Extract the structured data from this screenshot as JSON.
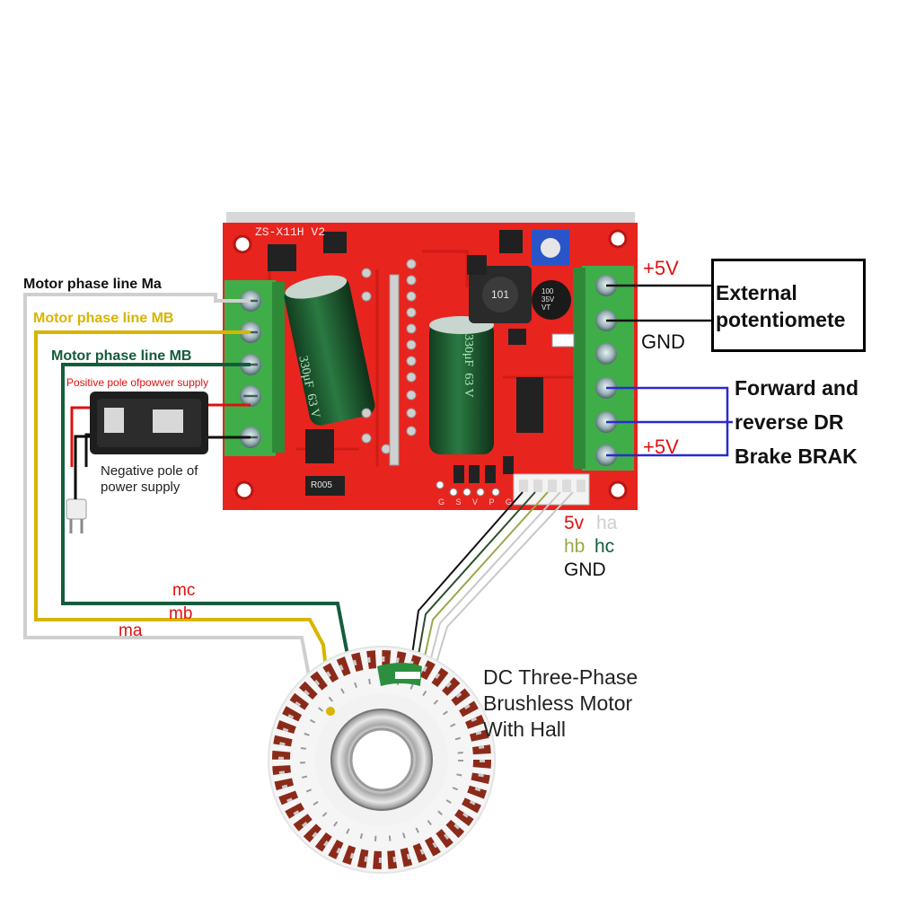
{
  "board": {
    "model": "ZS-X11H",
    "model_suffix": "V2",
    "capacitor_left": "330μF",
    "capacitor_left_voltage": "63 V",
    "capacitor_right": "330μF",
    "capacitor_right_voltage": "63 V",
    "inductor": "101",
    "small_cap_lines": [
      "100",
      "35V",
      "VT"
    ],
    "resistor": "R005",
    "hall_pins": "G S V P G"
  },
  "labels": {
    "phase_ma": "Motor phase line Ma",
    "phase_mb_yellow": "Motor phase line MB",
    "phase_mb_green": "Motor phase line MB",
    "positive_pole": "Positive pole ofpowver supply",
    "negative_pole_line1": "Negative pole of",
    "negative_pole_line2": "power supply",
    "plus5v_top": "+5V",
    "external_line1": "External",
    "external_line2": "potentiomete",
    "gnd": "GND",
    "forward_line1": "Forward and",
    "forward_line2": "reverse DR",
    "brake": "Brake BRAK",
    "plus5v_bottom": "+5V",
    "hall_5v": "5v",
    "hall_ha": "ha",
    "hall_hb": "hb",
    "hall_hc": "hc",
    "hall_gnd": "GND",
    "wire_mc": "mc",
    "wire_mb": "mb",
    "wire_ma": "ma",
    "motor_line1": "DC Three-Phase",
    "motor_line2": "Brushless Motor",
    "motor_line3": "With Hall"
  },
  "colors": {
    "board_red": "#e8241f",
    "terminal_green": "#3fae49",
    "capacitor_green": "#1d5b2f",
    "wire_ma": "#cfcfcf",
    "wire_mb": "#d9b400",
    "wire_mc": "#145c3a",
    "label_red": "#e01010",
    "label_blue": "#2a2ad0"
  }
}
